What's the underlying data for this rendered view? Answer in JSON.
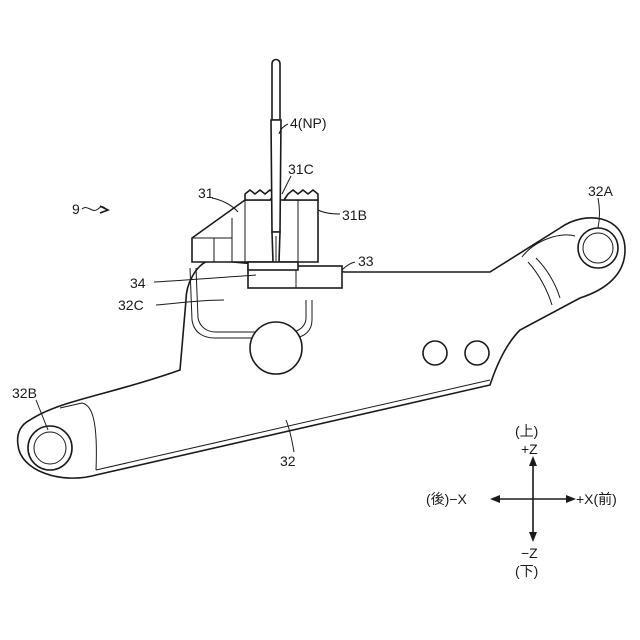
{
  "figure": {
    "labels": {
      "assembly": "9",
      "needle": "4(NP)",
      "feed_dog": "31C",
      "throat_block": "31",
      "throat_side": "31B",
      "arm_front_end": "32A",
      "arm_rear_end": "32B",
      "arm_recess": "32C",
      "arm": "32",
      "plate": "33",
      "guide": "34"
    },
    "axes": {
      "up": "(上)",
      "plus_z": "+Z",
      "rear": "(後)−X",
      "front": "+X(前)",
      "minus_z": "−Z",
      "down": "(下)"
    }
  }
}
